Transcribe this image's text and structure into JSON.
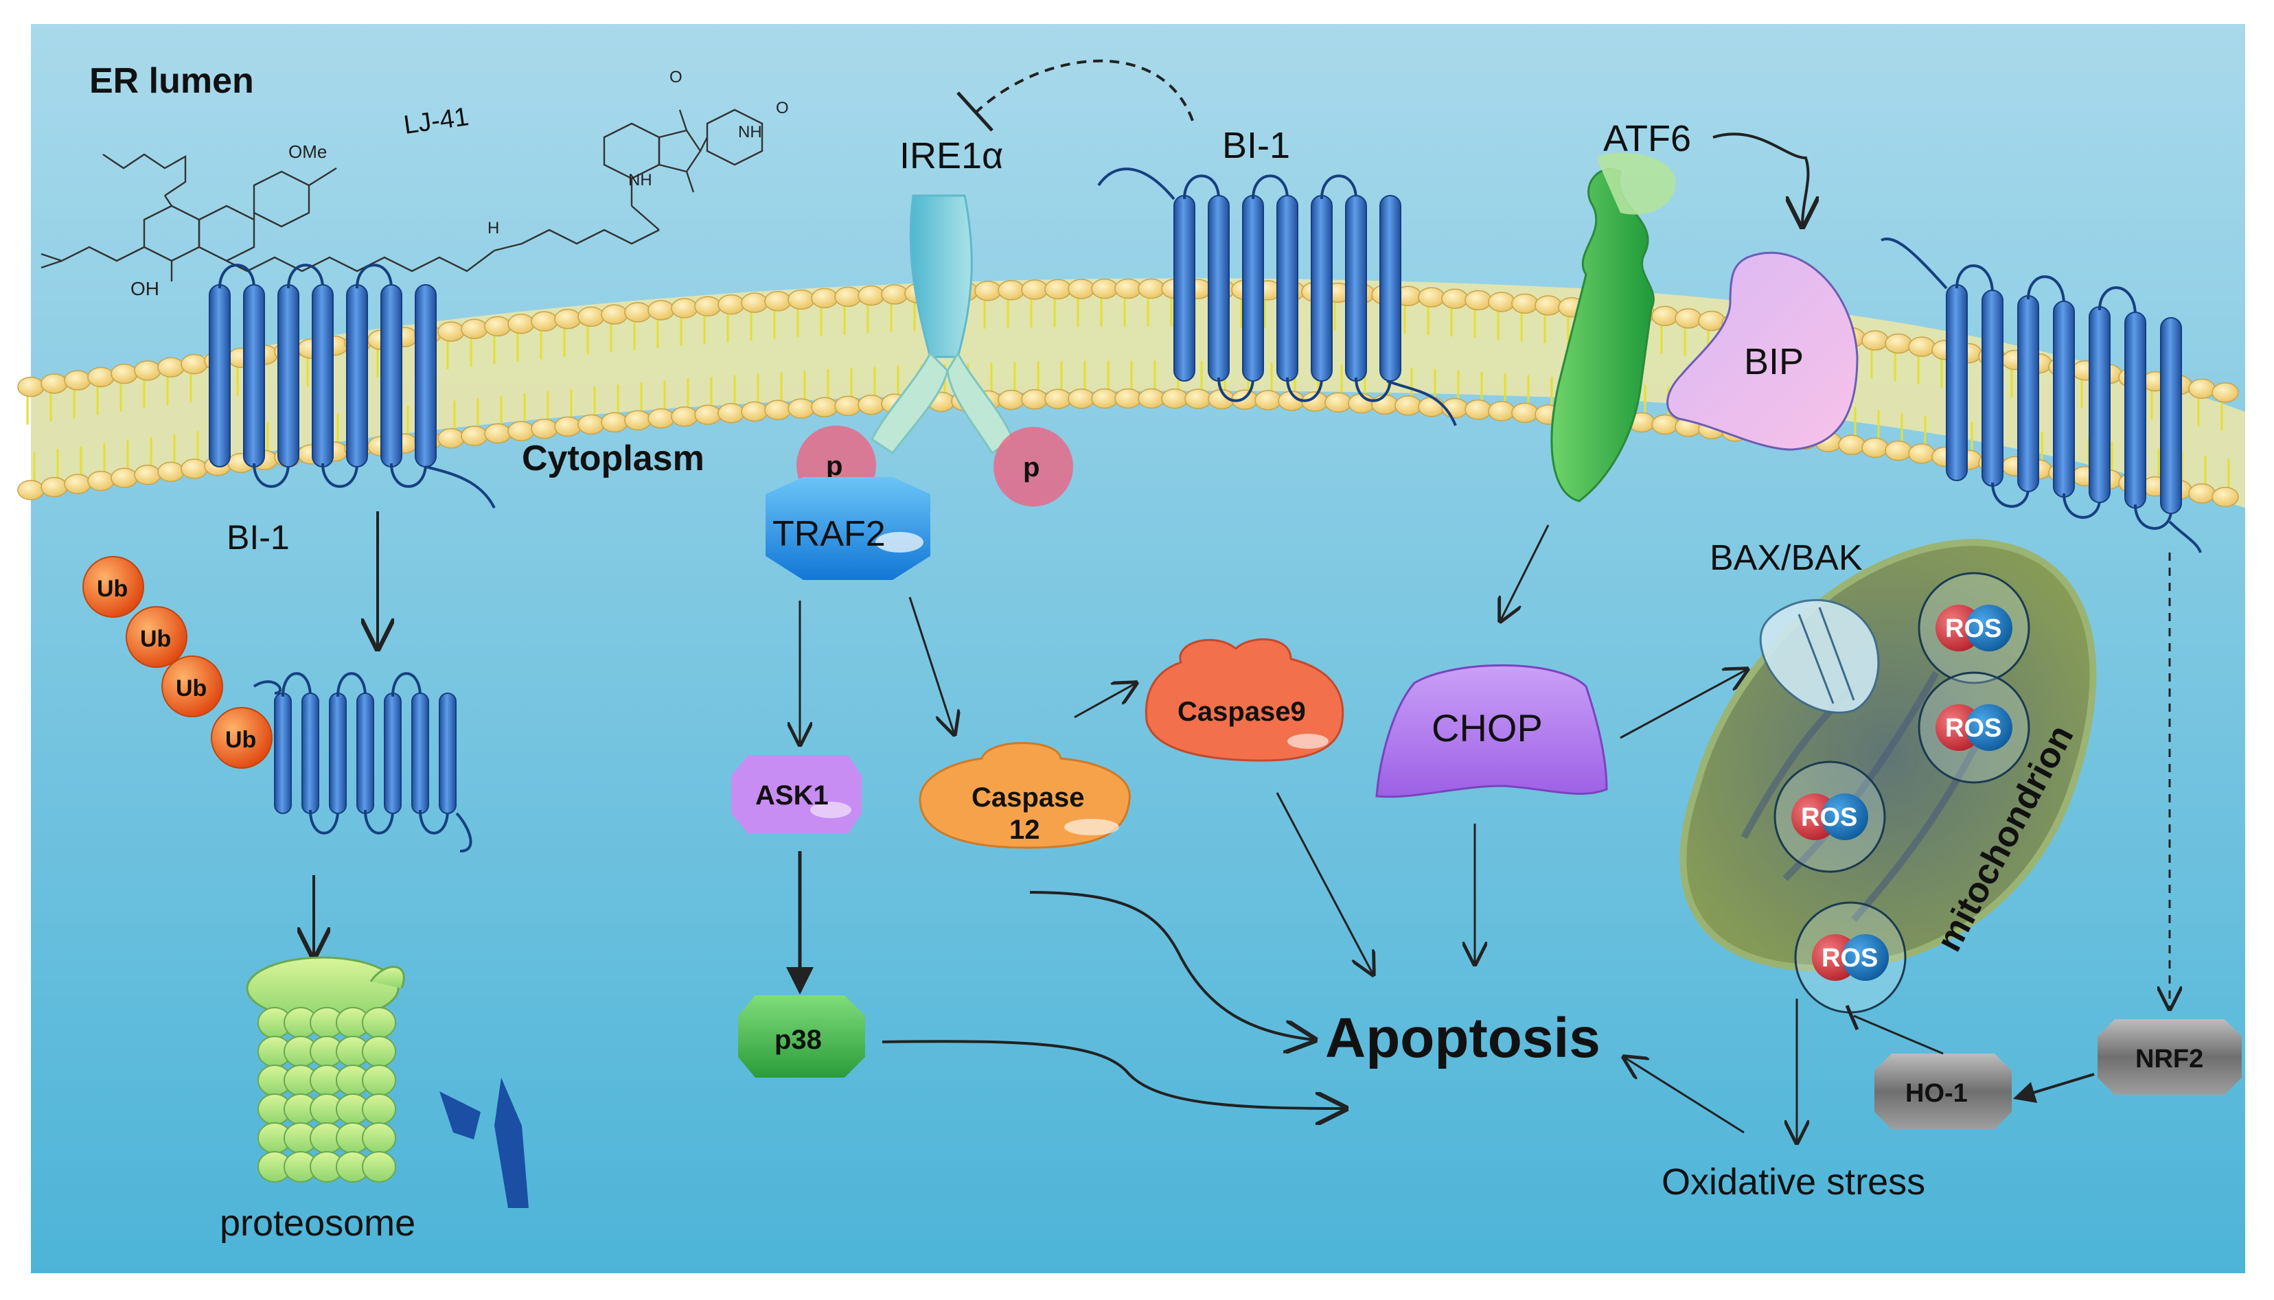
{
  "labels": {
    "er_lumen": "ER lumen",
    "cytoplasm": "Cytoplasm",
    "compound": "LJ-41",
    "bi1_left": "BI-1",
    "bi1_center": "BI-1",
    "ire1a": "IRE1α",
    "atf6": "ATF6",
    "bip": "BIP",
    "traf2": "TRAF2",
    "phospho_p": "p",
    "ask1": "ASK1",
    "p38": "p38",
    "caspase12_line1": "Caspase",
    "caspase12_line2": "12",
    "caspase9": "Caspase9",
    "chop": "CHOP",
    "bax_bak": "BAX/BAK",
    "ros": "ROS",
    "mitochondrion": "mitochondrion",
    "nrf2": "NRF2",
    "ho1": "HO-1",
    "oxidative_stress": "Oxidative stress",
    "apoptosis": "Apoptosis",
    "proteosome": "proteosome",
    "ub": "Ub",
    "ome": "OMe",
    "oh": "OH",
    "nh": "NH",
    "h": "H",
    "o": "O"
  },
  "colors": {
    "background_top": "#a9d9eb",
    "background_bottom": "#4db4d8",
    "membrane_bead": "#f7dc8c",
    "membrane_tail": "#e6e34a",
    "helix_blue": "#2f6fc4",
    "traf2_blue": "#2aa3f0",
    "ub_orange": "#f0611e",
    "caspase_orange": "#f6a24b",
    "caspase9_red": "#f2704c",
    "chop_purple": "#b67ef2",
    "bip_pink": "#f2b6ec",
    "ask1_purple": "#c78df2",
    "p38_green": "#3bb84a",
    "atf6_green": "#2aa84a",
    "gray_hex": "#8d8d8d",
    "ros_red": "#d9383f",
    "ros_blue": "#1f7fc4",
    "mito_olive": "#7d8a4a"
  },
  "icons": [
    "ubiquitin-chain",
    "proteasome",
    "mitochondrion",
    "ire1a-receptor",
    "atf6-receptor",
    "bi1-transmembrane-protein",
    "chemical-structure-lj41"
  ]
}
